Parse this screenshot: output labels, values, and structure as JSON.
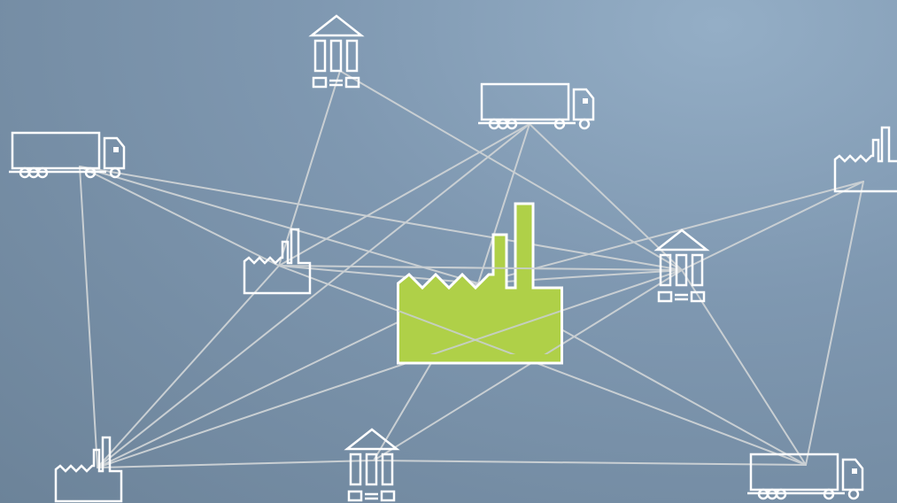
{
  "diagram": {
    "type": "supply-network",
    "colors": {
      "background": "#7f98b1",
      "link": "#c9cfd3",
      "icon_stroke": "#ffffff",
      "hub_fill": "#afd048"
    },
    "nodes": [
      {
        "id": "warehouse-top",
        "kind": "warehouse"
      },
      {
        "id": "truck-top-center",
        "kind": "truck"
      },
      {
        "id": "truck-top-left",
        "kind": "truck"
      },
      {
        "id": "factory-top-right",
        "kind": "factory"
      },
      {
        "id": "factory-mid-left",
        "kind": "factory"
      },
      {
        "id": "central-factory",
        "kind": "factory",
        "highlight": true
      },
      {
        "id": "warehouse-mid-right",
        "kind": "warehouse"
      },
      {
        "id": "factory-bottom-left",
        "kind": "factory"
      },
      {
        "id": "warehouse-bottom-center",
        "kind": "warehouse"
      },
      {
        "id": "truck-bottom-right",
        "kind": "truck"
      }
    ],
    "links": [
      [
        "warehouse-top",
        "factory-mid-left"
      ],
      [
        "warehouse-top",
        "warehouse-mid-right"
      ],
      [
        "truck-top-center",
        "factory-mid-left"
      ],
      [
        "truck-top-center",
        "central-factory"
      ],
      [
        "truck-top-center",
        "warehouse-mid-right"
      ],
      [
        "truck-top-center",
        "factory-bottom-left"
      ],
      [
        "truck-top-left",
        "factory-mid-left"
      ],
      [
        "truck-top-left",
        "warehouse-mid-right"
      ],
      [
        "truck-top-left",
        "central-factory"
      ],
      [
        "truck-top-left",
        "factory-bottom-left"
      ],
      [
        "factory-top-right",
        "warehouse-mid-right"
      ],
      [
        "factory-top-right",
        "truck-bottom-right"
      ],
      [
        "factory-top-right",
        "central-factory"
      ],
      [
        "factory-mid-left",
        "central-factory"
      ],
      [
        "factory-mid-left",
        "factory-bottom-left"
      ],
      [
        "factory-mid-left",
        "warehouse-mid-right"
      ],
      [
        "central-factory",
        "warehouse-mid-right"
      ],
      [
        "central-factory",
        "factory-bottom-left"
      ],
      [
        "central-factory",
        "truck-bottom-right"
      ],
      [
        "central-factory",
        "warehouse-bottom-center"
      ],
      [
        "warehouse-mid-right",
        "truck-bottom-right"
      ],
      [
        "warehouse-mid-right",
        "factory-bottom-left"
      ],
      [
        "warehouse-mid-right",
        "warehouse-bottom-center"
      ],
      [
        "factory-bottom-left",
        "warehouse-bottom-center"
      ],
      [
        "warehouse-bottom-center",
        "truck-bottom-right"
      ],
      [
        "truck-bottom-right",
        "factory-mid-left"
      ]
    ]
  }
}
